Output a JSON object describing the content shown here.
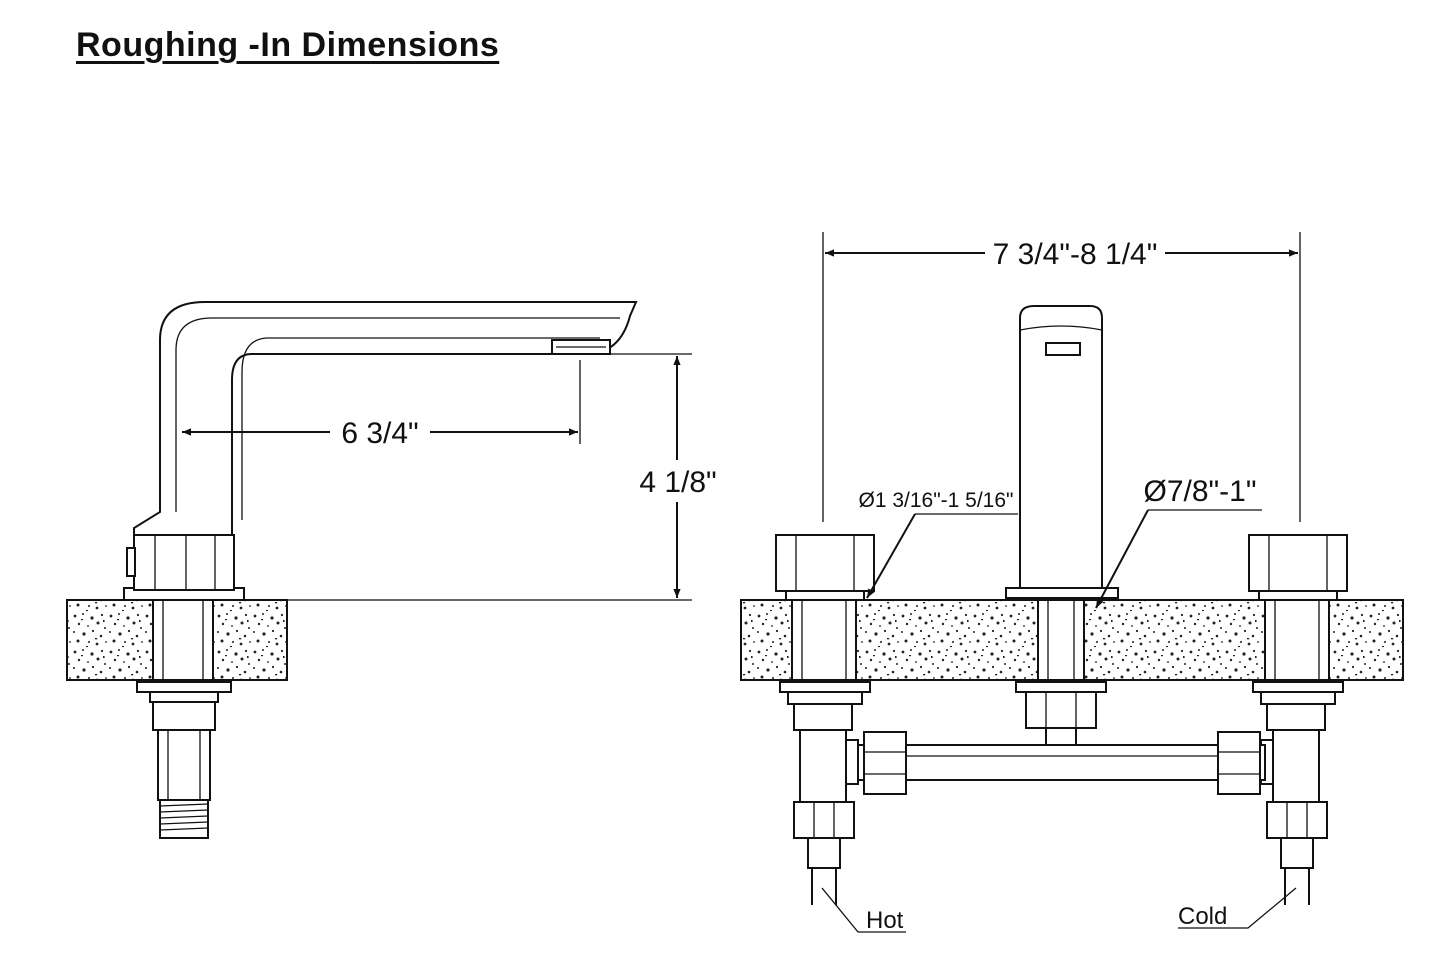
{
  "title": "Roughing -In Dimensions",
  "side_view": {
    "spout_reach": "6 3/4\"",
    "spout_height": "4 1/8\""
  },
  "front_view": {
    "spread": "7 3/4\"-8 1/4\"",
    "handle_hole_diameter": "Ø1 3/16\"-1 5/16\"",
    "spout_hole_diameter": "Ø7/8\"-1\"",
    "hot_label": "Hot",
    "cold_label": "Cold"
  },
  "colors": {
    "line": "#111111",
    "background": "#ffffff"
  }
}
